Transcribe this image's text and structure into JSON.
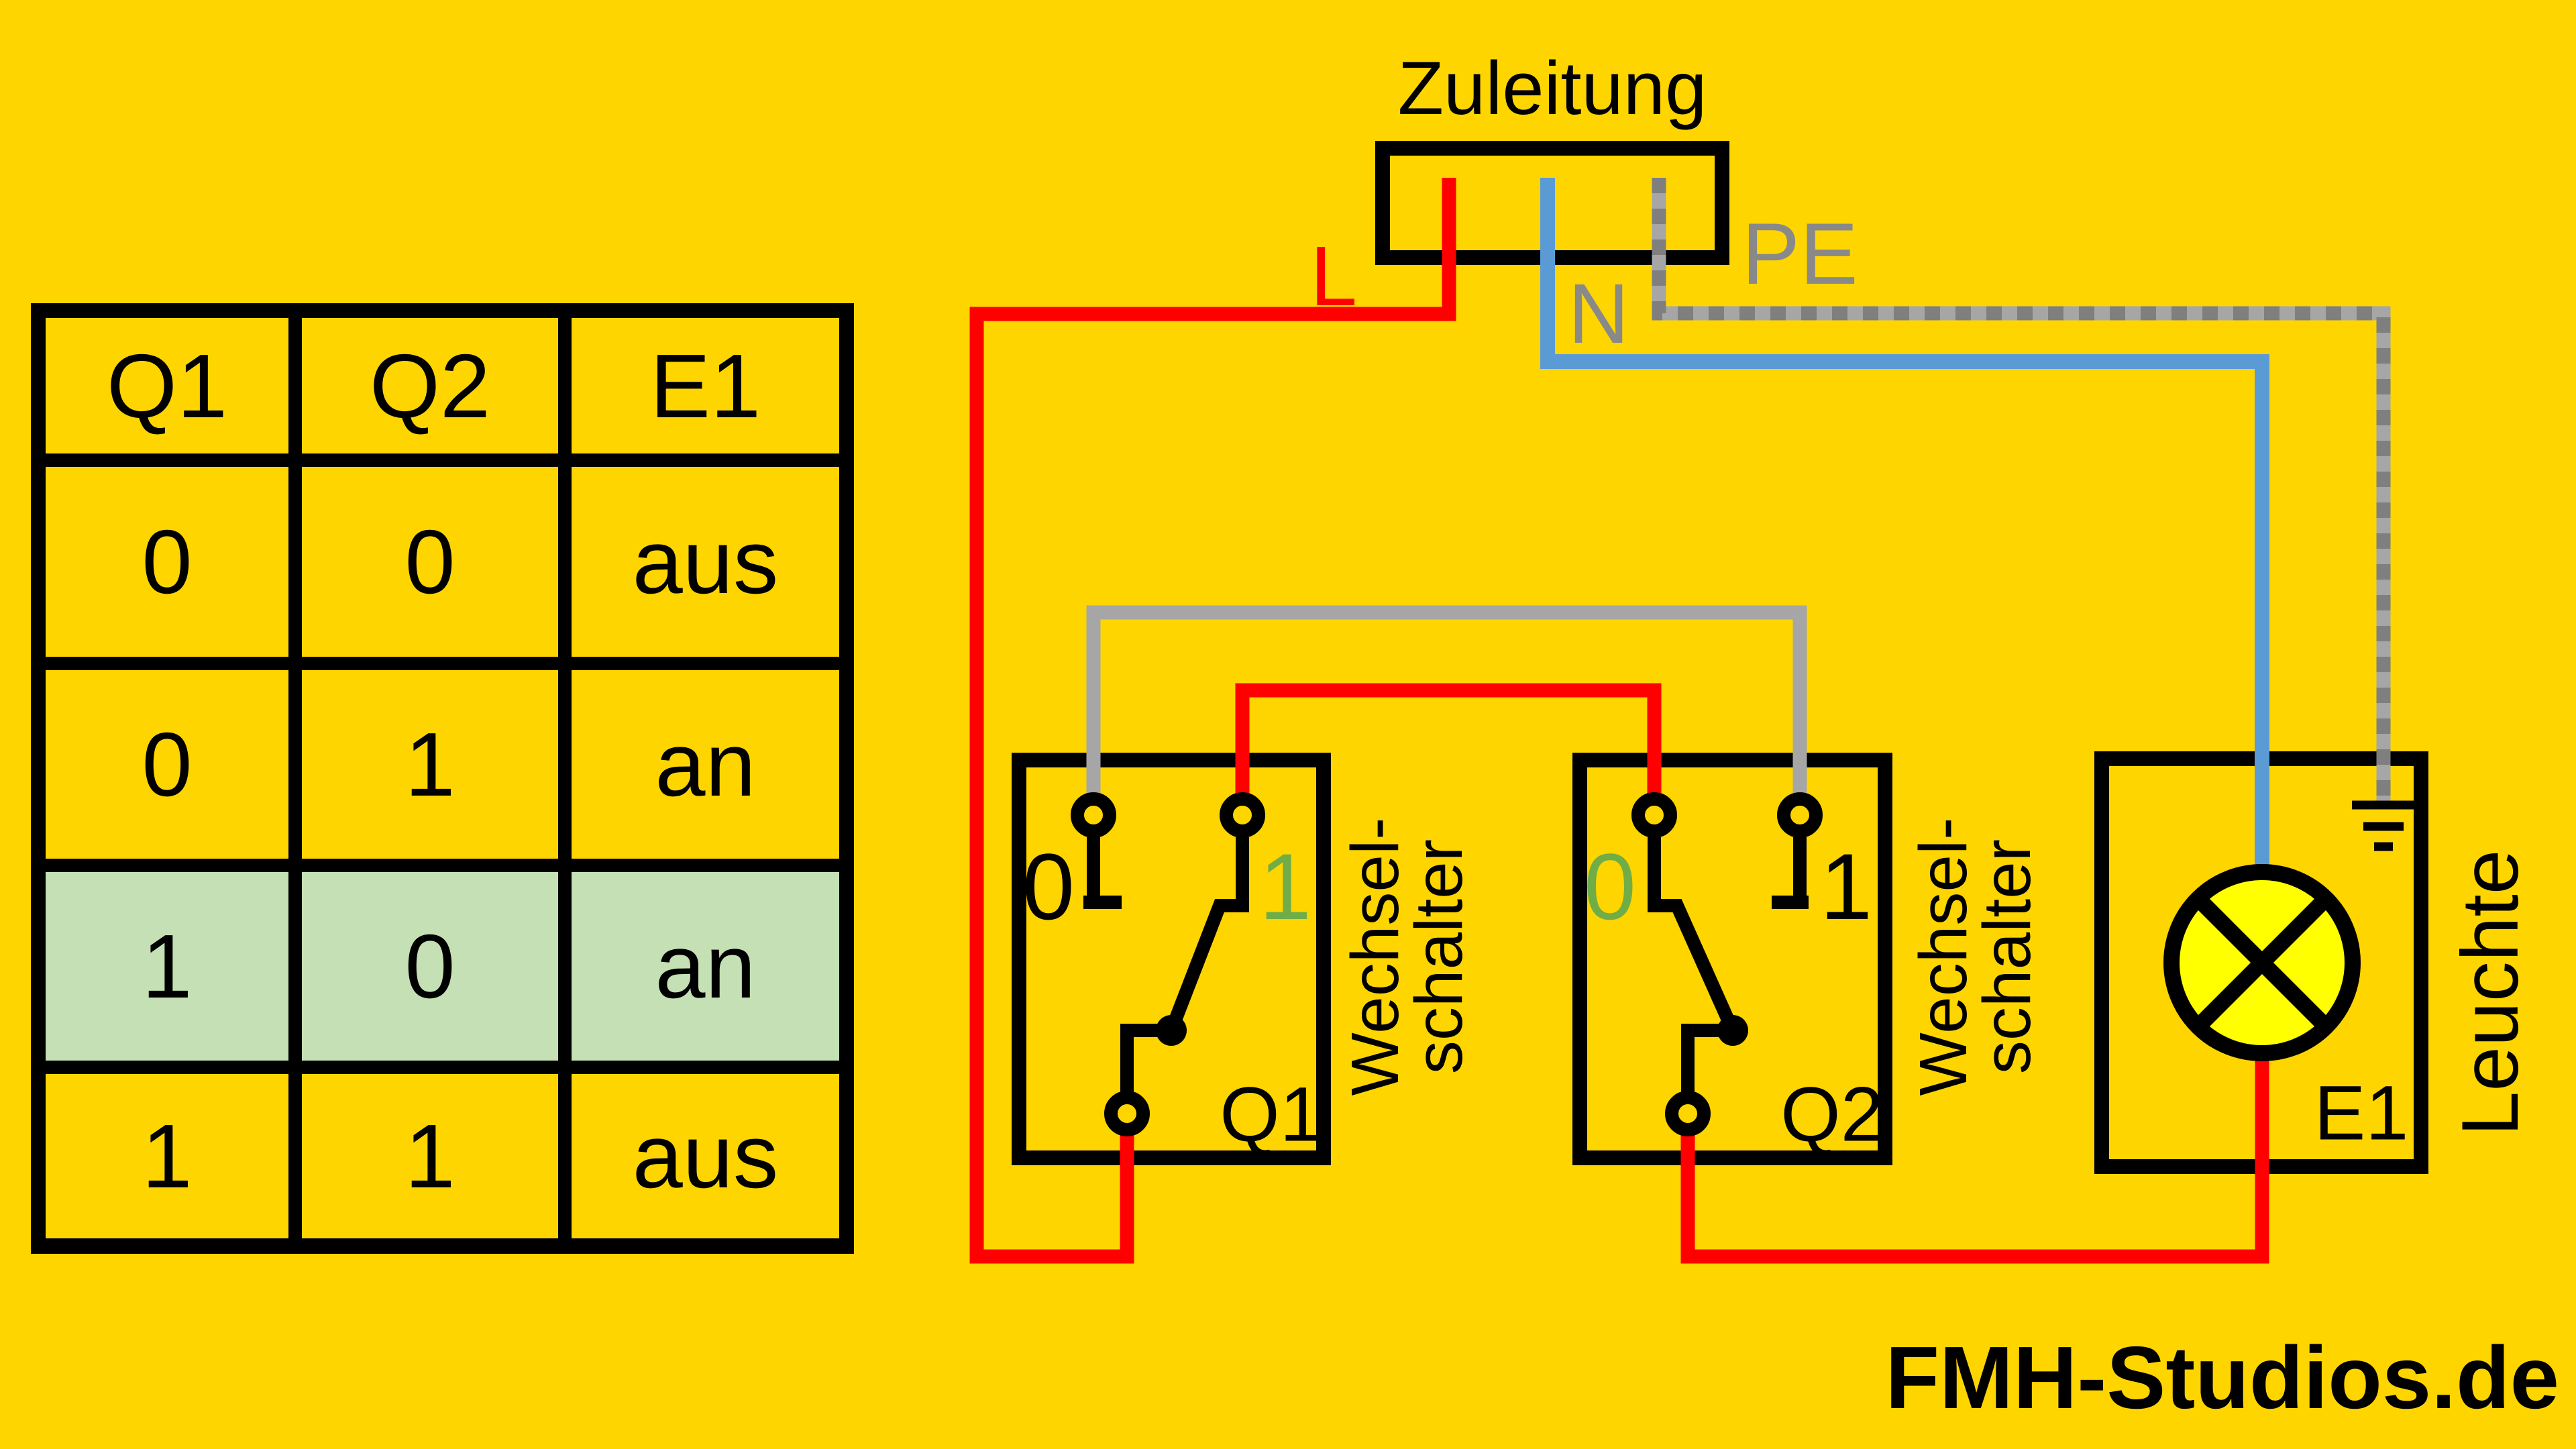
{
  "colors": {
    "background": "#FFD500",
    "wire_red": "#FF0000",
    "wire_blue": "#5B9BD5",
    "wire_gray": "#A6A6A6",
    "wire_gray_dash": "#7F7F7F",
    "label_gray": "#898989",
    "active_green": "#70AD47",
    "highlight_row": "#C5E0B4",
    "lamp_fill": "#FFFF00"
  },
  "truth_table": {
    "headers": [
      "Q1",
      "Q2",
      "E1"
    ],
    "rows": [
      {
        "cells": [
          "0",
          "0",
          "aus"
        ],
        "highlighted": false
      },
      {
        "cells": [
          "0",
          "1",
          "an"
        ],
        "highlighted": false
      },
      {
        "cells": [
          "1",
          "0",
          "an"
        ],
        "highlighted": true
      },
      {
        "cells": [
          "1",
          "1",
          "aus"
        ],
        "highlighted": false
      }
    ]
  },
  "supply": {
    "title": "Zuleitung",
    "wire_labels": {
      "l": "L",
      "n": "N",
      "pe": "PE"
    }
  },
  "switch_q1": {
    "id": "Q1",
    "pos_left": "0",
    "pos_right": "1",
    "active_pos": "1",
    "type_line1": "Wechsel-",
    "type_line2": "schalter"
  },
  "switch_q2": {
    "id": "Q2",
    "pos_left": "0",
    "pos_right": "1",
    "active_pos": "0",
    "type_line1": "Wechsel-",
    "type_line2": "schalter"
  },
  "lamp": {
    "id": "E1",
    "type_label": "Leuchte"
  },
  "watermark": "FMH-Studios.de"
}
